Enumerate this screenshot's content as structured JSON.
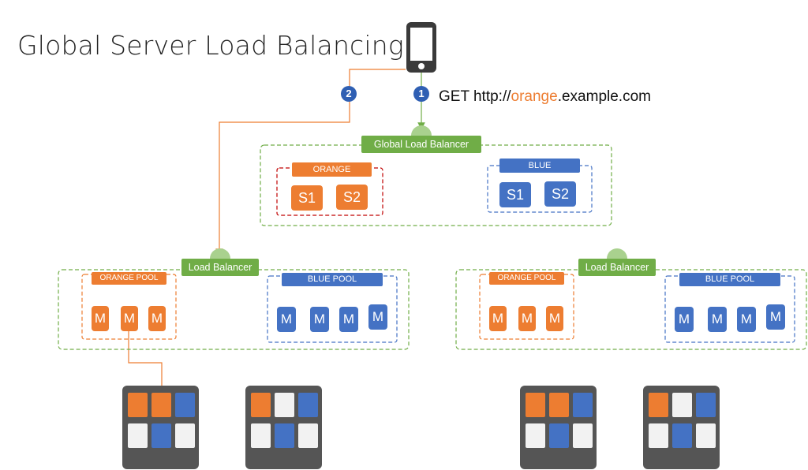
{
  "title": "Global Server Load Balancing",
  "request": {
    "prefix": "GET http://",
    "highlight": "orange",
    "suffix": ".example.com"
  },
  "steps": [
    "1",
    "2"
  ],
  "global_lb": {
    "label": "Global Load Balancer",
    "orange_label": "ORANGE",
    "blue_label": "BLUE",
    "orange_servers": [
      "S1",
      "S2"
    ],
    "blue_servers": [
      "S1",
      "S2"
    ]
  },
  "regions": [
    {
      "lb_label": "Load Balancer",
      "orange_pool": "ORANGE POOL",
      "blue_pool": "BLUE POOL",
      "orange_members": [
        "M",
        "M",
        "M"
      ],
      "blue_members": [
        "M",
        "M",
        "M",
        "M"
      ]
    },
    {
      "lb_label": "Load Balancer",
      "orange_pool": "ORANGE POOL",
      "blue_pool": "BLUE POOL",
      "orange_members": [
        "M",
        "M",
        "M"
      ],
      "blue_members": [
        "M",
        "M",
        "M",
        "M"
      ]
    }
  ],
  "colors": {
    "orange": "#ed7d31",
    "blue": "#4472c4",
    "green": "#70ad47",
    "dark_red": "#c00000",
    "rack": "#555555",
    "slot": "#f2f2f2"
  },
  "datacenters": [
    {
      "cells": [
        "orange",
        "orange",
        "blue",
        "white",
        "blue",
        "white"
      ]
    },
    {
      "cells": [
        "orange",
        "white",
        "blue",
        "white",
        "blue",
        "white"
      ]
    },
    {
      "cells": [
        "orange",
        "orange",
        "blue",
        "white",
        "blue",
        "white"
      ]
    },
    {
      "cells": [
        "orange",
        "white",
        "blue",
        "white",
        "blue",
        "white"
      ]
    }
  ]
}
